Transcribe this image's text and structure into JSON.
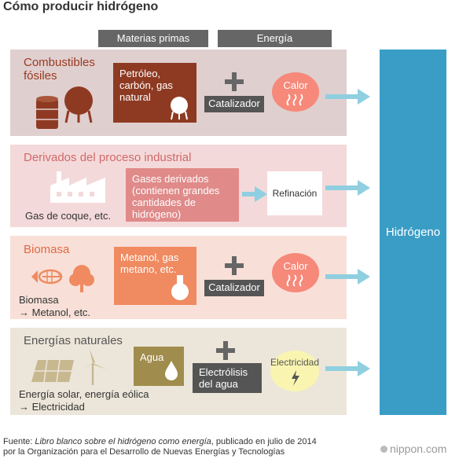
{
  "title": "Cómo producir hidrógeno",
  "columns": {
    "raw": "Materias primas",
    "energy": "Energía"
  },
  "fossil": {
    "title_line1": "Combustibles",
    "title_line2": "fósiles",
    "box_line1": "Petróleo,",
    "box_line2": "carbón, gas",
    "box_line3": "natural",
    "catalyst": "Catalizador",
    "heat": "Calor"
  },
  "industrial": {
    "title": "Derivados del proceso industrial",
    "box_line1": "Gases derivados",
    "box_line2": "(contienen grandes",
    "box_line3": "cantidades de",
    "box_line4": "hidrógeno)",
    "refining": "Refinación",
    "caption": "Gas de coque, etc."
  },
  "biomass": {
    "title": "Biomasa",
    "box_line1": "Metanol, gas",
    "box_line2": "metano, etc.",
    "catalyst": "Catalizador",
    "heat": "Calor",
    "caption_line1": "Biomasa",
    "caption_line2": "→ Metanol, etc."
  },
  "natural": {
    "title": "Energías naturales",
    "water": "Agua",
    "electrolysis_line1": "Electrólisis",
    "electrolysis_line2": "del agua",
    "electricity": "Electricidad",
    "caption_line1": "Energía solar, energía eólica",
    "caption_line2": "→ Electricidad"
  },
  "hydrogen": "Hidrógeno",
  "footer": {
    "prefix": "Fuente: ",
    "source_italic": "Libro blanco sobre el hidrógeno como energía",
    "suffix": ", publicado en julio de 2014",
    "line2": "por la Organización para el Desarrollo de Nuevas Energías y Tecnologías"
  },
  "logo": "nippon.com",
  "colors": {
    "header_gray": "#666666",
    "fossil_panel": "#e0cfcf",
    "fossil_title": "#9a3a20",
    "fossil_box": "#8e3a22",
    "industrial_panel": "#f4d9da",
    "industrial_title": "#d06a6a",
    "industrial_box": "#e08a8a",
    "biomass_panel": "#f8e0d8",
    "biomass_title": "#e06a45",
    "biomass_box": "#f08a60",
    "natural_panel": "#ece6da",
    "natural_title": "#555555",
    "water_box": "#a08c4c",
    "heat_circle": "#f6897a",
    "electricity_circle": "#f9f5b0",
    "arrow": "#8fcfe0",
    "hydrogen_bar": "#3a9dc6"
  }
}
